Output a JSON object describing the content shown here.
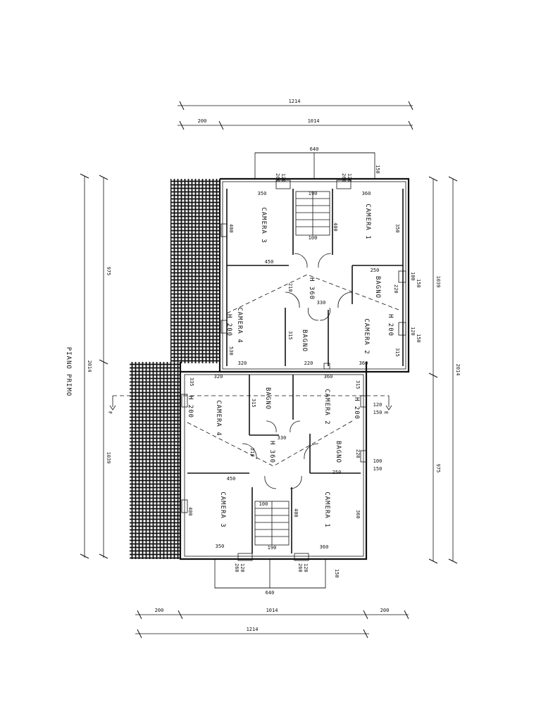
{
  "sheet": {
    "title": "PIANO PRIMO"
  },
  "dimensions": {
    "top_total": "1214",
    "top_left": "200",
    "top_main": "1014",
    "top_balcony": "640",
    "bottom_left": "200",
    "bottom_main": "1014",
    "bottom_right": "200",
    "bottom_total": "1214",
    "bottom_balcony": "640",
    "left_upper": "975",
    "left_total": "2014",
    "left_lower": "1039",
    "right_upper": "1039",
    "right_total": "2014",
    "right_lower": "975"
  },
  "section": {
    "mark_left": "F",
    "mark_right": "E"
  },
  "upper_unit": {
    "rooms": [
      {
        "name": "CAMERA 3"
      },
      {
        "name": "CAMERA 1"
      },
      {
        "name": "BAGNO"
      },
      {
        "name": "CAMERA 4"
      },
      {
        "name": "BAGNO"
      },
      {
        "name": "CAMERA 2"
      }
    ],
    "heights": [
      "H 360",
      "H 200",
      "H 200"
    ],
    "numbers": [
      "260",
      "120",
      "260",
      "120",
      "150",
      "350",
      "190",
      "360",
      "400",
      "100",
      "400",
      "350",
      "450",
      "250",
      "100",
      "150",
      "210",
      "220",
      "330",
      "315",
      "530",
      "120",
      "150",
      "315",
      "320",
      "220",
      "360"
    ]
  },
  "lower_unit": {
    "rooms": [
      {
        "name": "BAGNO"
      },
      {
        "name": "CAMERA 2"
      },
      {
        "name": "CAMERA 4"
      },
      {
        "name": "BAGNO"
      },
      {
        "name": "CAMERA 3"
      },
      {
        "name": "CAMERA 1"
      }
    ],
    "heights": [
      "H 200",
      "H 200",
      "H 360"
    ],
    "numbers": [
      "320",
      "360",
      "335",
      "315",
      "315",
      "120",
      "150",
      "330",
      "210",
      "220",
      "100",
      "150",
      "450",
      "250",
      "100",
      "400",
      "360",
      "400",
      "350",
      "190",
      "360",
      "260",
      "120",
      "260",
      "120",
      "150"
    ]
  }
}
